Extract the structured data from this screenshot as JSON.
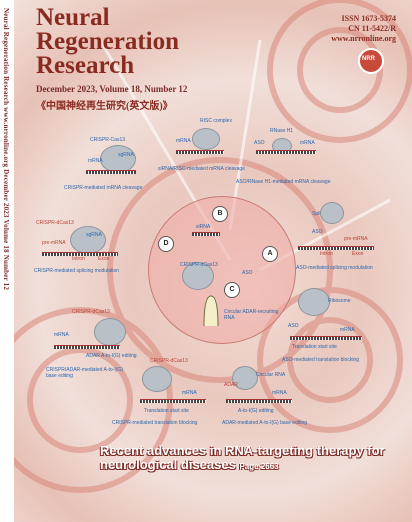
{
  "journal": {
    "title_line1": "Neural",
    "title_line2": "Regeneration",
    "title_line3": "Research",
    "issue": "December 2023, Volume 18, Number 12",
    "chinese_title": "《中国神经再生研究(英文版)》",
    "issn": "ISSN 1673-5374",
    "cn": "CN 11-5422/R",
    "website": "www.nrronline.org",
    "logo_text": "NRR",
    "spine": "Neural Regeneration Research   www.nrronline.org   December 2023   Volume 18   Number 12"
  },
  "diagram": {
    "labels": {
      "crispr_cas13": "CRISPR-Cas13",
      "sgrna": "sgRNA",
      "mrna": "mRNA",
      "crispr_mediated_mrna_cleavage": "CRISPR-mediated mRNA cleavage",
      "risc_complex": "RISC complex",
      "sirna_risc_mediated": "siRNA/RISC-mediated mRNA cleavage",
      "rnase_h1": "RNase H1",
      "aso": "ASO",
      "aso_rnase_h1_mediated": "ASO/RNase H1-mediated mRNA cleavage",
      "crispr_dcas13": "CRISPR-dCas13",
      "pre_mrna": "pre-mRNA",
      "intron": "Intron",
      "exon": "Exon",
      "crispr_splicing": "CRISPR-mediated splicing modulation",
      "spliceosome": "Spliceosome",
      "aso_splicing": "ASO-mediated splicing modulation",
      "sirna": "siRNA",
      "marker_a": "A",
      "marker_b": "B",
      "marker_c": "C",
      "marker_d": "D",
      "circular_adar": "Circular ADAR-recruiting RNA",
      "adar_atoi": "ADAR A-to-I(G) editing",
      "crispr_adar": "CRISPR/ADAR-mediated A-to-I(G) base editing",
      "ribosome": "Ribosome",
      "translation_start_site": "Translation start site",
      "aso_translation": "ASO-mediated translation blocking",
      "adar": "ADAR",
      "circular_rna": "Circular RNA",
      "atoi_editing": "A-to-I(G) editing",
      "crispr_translation": "CRISPR-mediated translation blocking",
      "adar_mediated": "ADAR-mediated A-to-I(G) base editing"
    }
  },
  "headline": {
    "text": "Recent advances in RNA-targeting therapy for neurological diseases",
    "page": "Page 2663"
  },
  "colors": {
    "title": "#8a2b22",
    "label_blue": "#2c67ad",
    "label_red": "#b94135"
  }
}
